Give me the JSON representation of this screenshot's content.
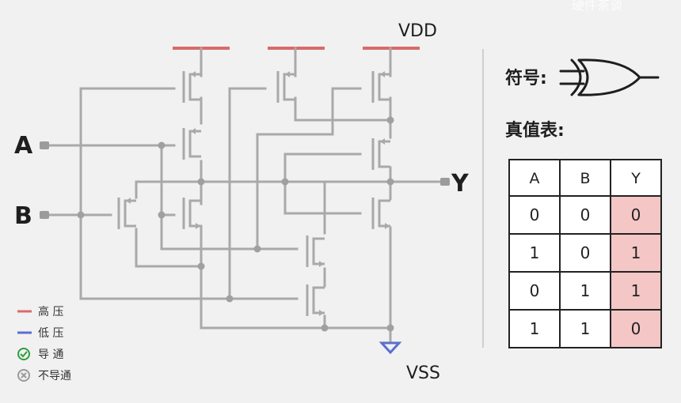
{
  "watermark": "硬件茶谈",
  "rails": {
    "vdd_label": "VDD",
    "vss_label": "VSS"
  },
  "pins": {
    "a": "A",
    "b": "B",
    "y": "Y"
  },
  "symbol_label": "符号:",
  "truth_table_label": "真值表:",
  "truth_table": {
    "headers": [
      "A",
      "B",
      "Y"
    ],
    "rows": [
      [
        "0",
        "0",
        "0"
      ],
      [
        "1",
        "0",
        "1"
      ],
      [
        "0",
        "1",
        "1"
      ],
      [
        "1",
        "1",
        "0"
      ]
    ]
  },
  "legend": [
    {
      "label": "高  压",
      "kind": "line",
      "color": "#d96a6a"
    },
    {
      "label": "低  压",
      "kind": "line",
      "color": "#5a6fd0"
    },
    {
      "label": "导  通",
      "kind": "check",
      "color": "#2e9e3e"
    },
    {
      "label": "不导通",
      "kind": "cross",
      "color": "#9a9a9a"
    }
  ],
  "colors": {
    "wire": "#a9a9a9",
    "high": "#d96a6a",
    "low": "#5a6fd0",
    "output_cell": "#f4c6c6"
  }
}
